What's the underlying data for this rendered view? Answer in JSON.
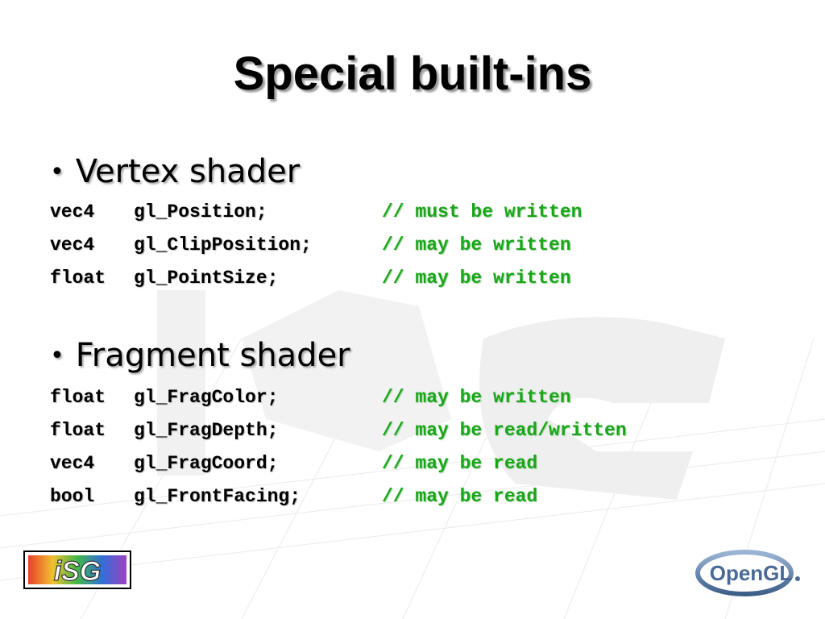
{
  "slide": {
    "title": "Special built-ins"
  },
  "sections": [
    {
      "heading": "Vertex shader",
      "rows": [
        {
          "type": "vec4",
          "name": "gl_Position;",
          "comment": "// must be written"
        },
        {
          "type": "vec4",
          "name": "gl_ClipPosition;",
          "comment": "// may be written"
        },
        {
          "type": "float",
          "name": "gl_PointSize;",
          "comment": "// may be written"
        }
      ]
    },
    {
      "heading": "Fragment shader",
      "rows": [
        {
          "type": "float",
          "name": "gl_FragColor;",
          "comment": "// may be written"
        },
        {
          "type": "float",
          "name": "gl_FragDepth;",
          "comment": "// may be read/written"
        },
        {
          "type": "vec4",
          "name": "gl_FragCoord;",
          "comment": "// may be read"
        },
        {
          "type": "bool",
          "name": "gl_FrontFacing;",
          "comment": "// may be read"
        }
      ]
    }
  ],
  "logos": {
    "left": "iSG",
    "right": "OpenGL"
  },
  "colors": {
    "comment": "#1aa51a",
    "text": "#000000"
  }
}
